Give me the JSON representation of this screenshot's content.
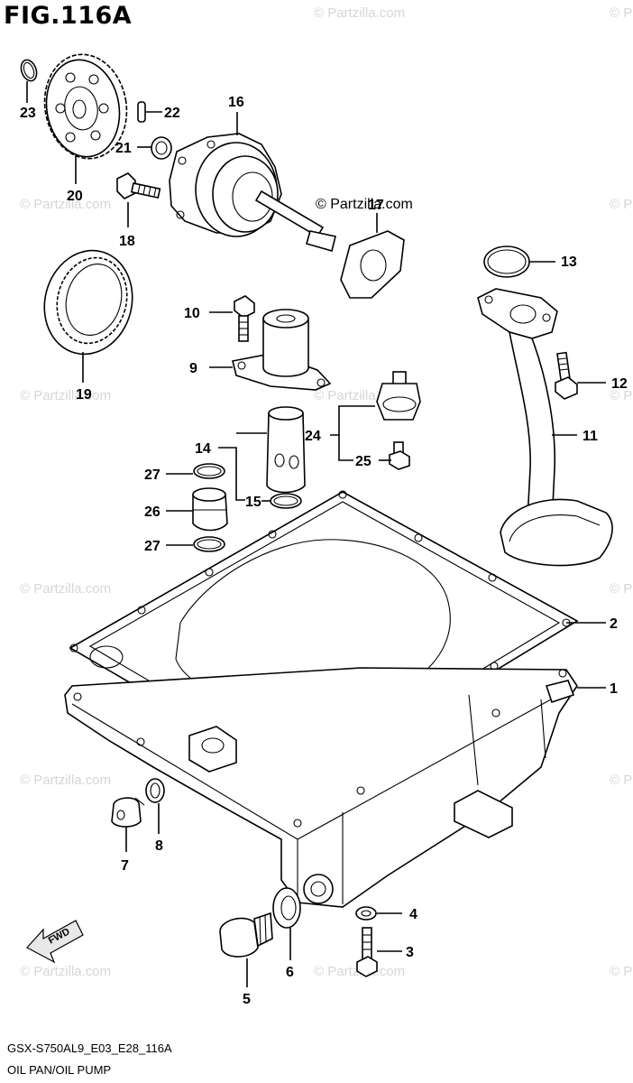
{
  "figure": {
    "title": "FIG.116A",
    "model_code": "GSX-S750AL9_E03_E28_116A",
    "section_name": "OIL PAN/OIL PUMP"
  },
  "watermark": {
    "text": "© Partzilla.com",
    "short_text": "© P"
  },
  "direction_label": "FWD",
  "callouts": [
    "1",
    "2",
    "3",
    "4",
    "5",
    "6",
    "7",
    "8",
    "9",
    "10",
    "11",
    "12",
    "13",
    "14",
    "15",
    "16",
    "17",
    "18",
    "19",
    "20",
    "21",
    "22",
    "23",
    "24",
    "25",
    "26",
    "27",
    "27"
  ]
}
